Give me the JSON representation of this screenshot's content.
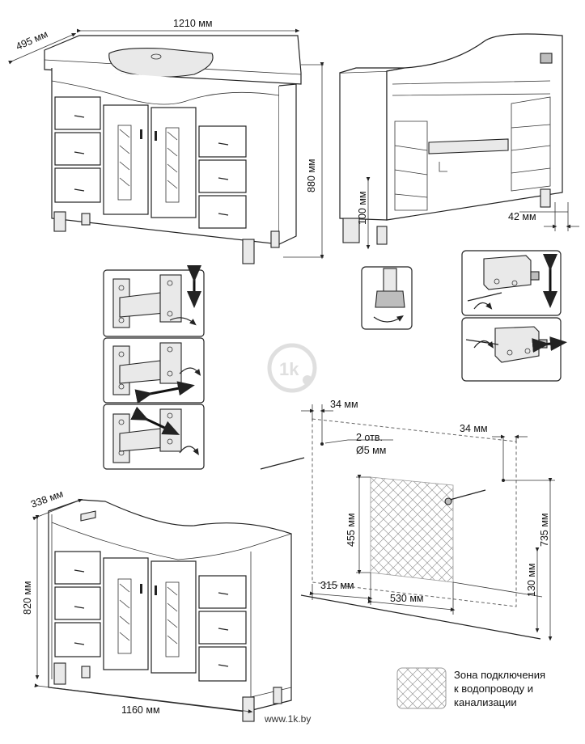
{
  "top_cabinet": {
    "depth": "495 мм",
    "width": "1210 мм",
    "height": "880 мм"
  },
  "back_view": {
    "leg_height": "100 мм",
    "offset": "42 мм"
  },
  "bottom_cabinet": {
    "depth": "338 мм",
    "height": "820 мм",
    "width": "1160 мм"
  },
  "wall_mount": {
    "left_margin": "34 мм",
    "right_margin": "34 мм",
    "holes_line1": "2 отв.",
    "holes_line2": "Ø5 мм",
    "zone_height": "455 мм",
    "mount_height": "735 мм",
    "floor_offset": "130 мм",
    "zone_left": "315 мм",
    "zone_width": "530 мм"
  },
  "legend": {
    "line1": "Зона подключения",
    "line2": "к водопроводу и",
    "line3": "канализации"
  },
  "logo_text": "1k",
  "footer": "www.1k.by"
}
